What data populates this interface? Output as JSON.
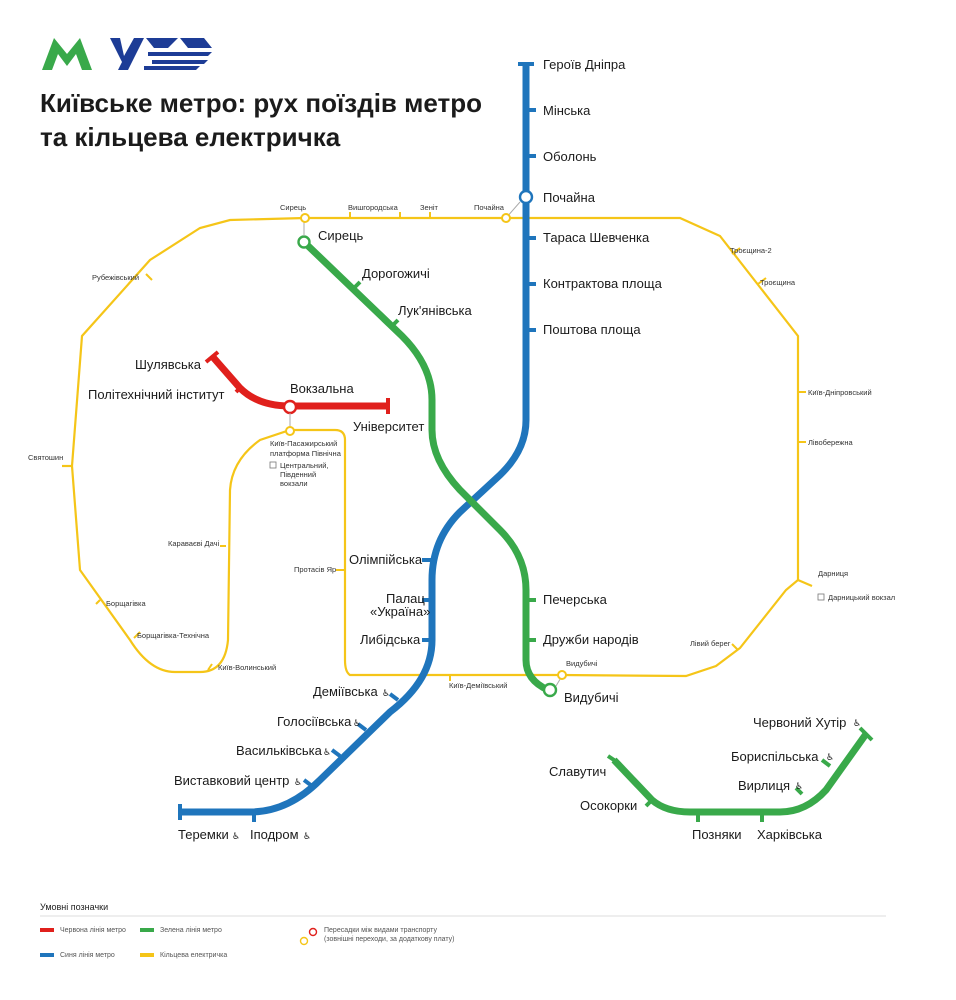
{
  "header": {
    "title_line1": "Київське метро: рух поїздів метро",
    "title_line2": "та кільцева електричка",
    "logo_metro": "М",
    "logo_uz": "УЗ"
  },
  "colors": {
    "red": "#e0201c",
    "blue": "#1f75bc",
    "green": "#39a94a",
    "yellow": "#f5c518",
    "legend_rule": "#dddddd"
  },
  "blue_line": {
    "stations": [
      "Героїв Дніпра",
      "Мінська",
      "Оболонь",
      "Почайна",
      "Тараса Шевченка",
      "Контрактова площа",
      "Поштова площа",
      "Олімпійська",
      "Палац",
      "«Україна»",
      "Либідська",
      "Деміївська",
      "Голосіївська",
      "Васильківська",
      "Виставковий центр",
      "Теремки",
      "Іподром"
    ]
  },
  "red_line": {
    "stations": [
      "Шулявська",
      "Політехнічний інститут",
      "Вокзальна",
      "Університет"
    ]
  },
  "green_line": {
    "stations": [
      "Сирець",
      "Дорогожичі",
      "Лук'янівська",
      "Печерська",
      "Дружби народів",
      "Видубичі",
      "Червоний Хутір",
      "Бориспільська",
      "Вирлиця",
      "Славутич",
      "Осокорки",
      "Позняки",
      "Харківська"
    ]
  },
  "ring_rail": {
    "stations": [
      "Сирець",
      "Вишгородська",
      "Зеніт",
      "Почайна",
      "Троєщина-2",
      "Троєщина",
      "Рубежівський",
      "Святошин",
      "Київ-Дніпровський",
      "Лівобережна",
      "Дарниця",
      "Дарницький вокзал",
      "Лівий берег",
      "Видубичі",
      "Київ-Деміївський",
      "Київ-Волинський",
      "Борщагівка-Технічна",
      "Борщагівка",
      "Караваєві Дачі",
      "Протасів Яр",
      "Київ-Пасажирський",
      "платформа Північна",
      "Центральний,",
      "Південний",
      "вокзали"
    ]
  },
  "accessibility_icon": "♿",
  "legend": {
    "title": "Умовні позначки",
    "red": "Червона лінія метро",
    "green": "Зелена лінія метро",
    "blue": "Синя лінія метро",
    "yellow": "Кільцева електричка",
    "transfer_line1": "Пересадки між видами транспорту",
    "transfer_line2": "(зовнішні переходи, за додаткову плату)"
  }
}
